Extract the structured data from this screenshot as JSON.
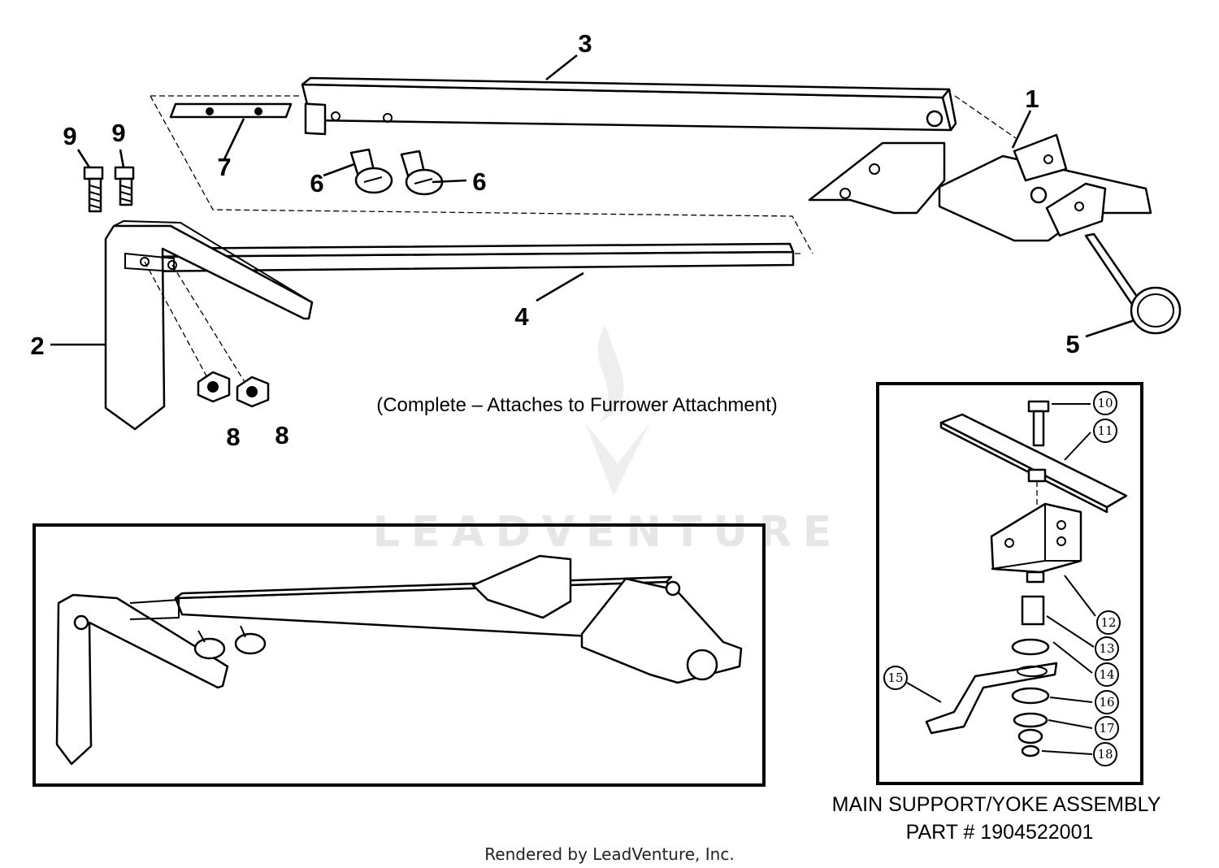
{
  "callouts": [
    "1",
    "2",
    "3",
    "4",
    "5",
    "6",
    "6",
    "7",
    "8",
    "8",
    "9",
    "9"
  ],
  "caption": "(Complete – Attaches to Furrower Attachment)",
  "inset": {
    "callouts": [
      "10",
      "11",
      "12",
      "13",
      "14",
      "15",
      "16",
      "17",
      "18"
    ],
    "title_line1": "MAIN SUPPORT/YOKE ASSEMBLY",
    "title_line2": "PART # 1904522001"
  },
  "watermark": "LEADVENTURE",
  "footer": "Rendered by LeadVenture, Inc."
}
